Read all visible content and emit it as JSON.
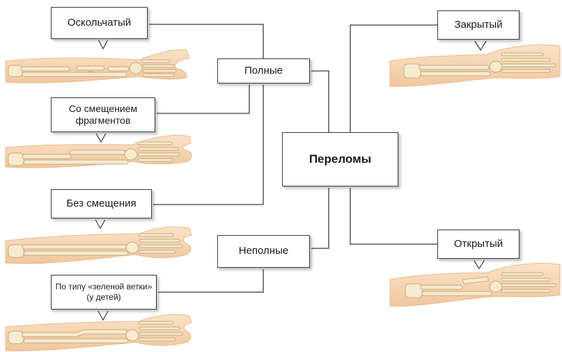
{
  "diagram": {
    "center": {
      "label": "Переломы"
    },
    "categories": {
      "complete": {
        "label": "Полные"
      },
      "incomplete": {
        "label": "Неполные"
      }
    },
    "types": {
      "comminuted": {
        "label": "Оскольчатый"
      },
      "displaced": {
        "label": "Со смещением фрагментов"
      },
      "non_displaced": {
        "label": "Без смещения"
      },
      "greenstick": {
        "label": "По типу «зеленой ветки» (у детей)"
      },
      "closed": {
        "label": "Закрытый"
      },
      "open": {
        "label": "Открытый"
      }
    },
    "colors": {
      "line": "#3a3a3a",
      "bone": "#f3e3c2",
      "bone_edge": "#c9a877",
      "skin": "#f6d7b3",
      "skin_edge": "#e9b98c"
    }
  }
}
